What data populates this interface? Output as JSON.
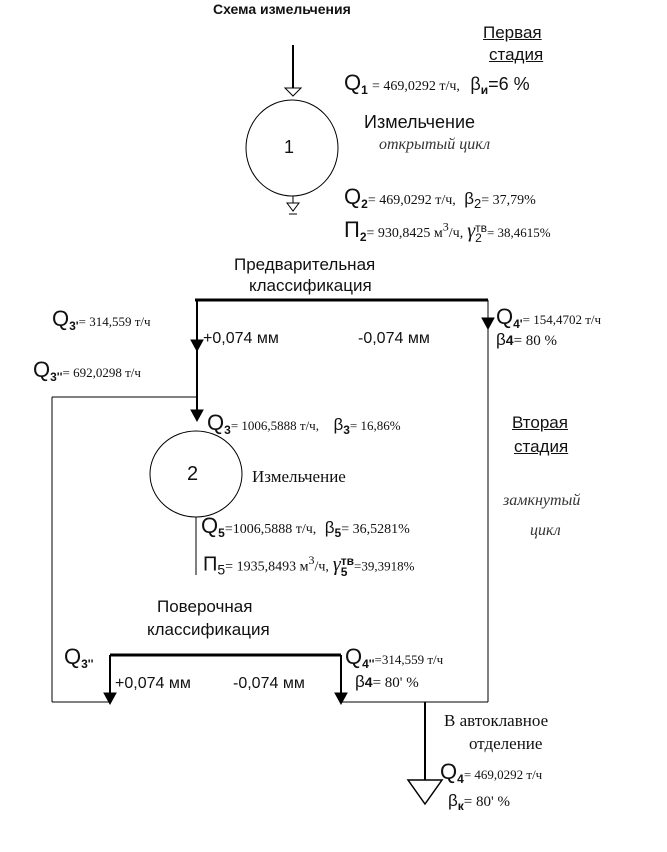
{
  "title": "Схема измельчения",
  "stage1": {
    "line1": "Первая",
    "line2": "стадия"
  },
  "stage2": {
    "line1": "Вторая",
    "line2": "стадия",
    "cycle1": "замкнутый",
    "cycle2": "цикл"
  },
  "q1": {
    "q": "Q",
    "sub": "1",
    "value": "= 469,0292  т/ч,",
    "beta": "β",
    "beta_sub": "и",
    "beta_val": "=6 %"
  },
  "mill1": {
    "number": "1",
    "name": "Измельчение",
    "mode": "открытый цикл"
  },
  "q2": {
    "q": "Q",
    "sub": "2",
    "value": "=  469,0292  т/ч,",
    "beta": "β",
    "beta_sub": "2",
    "beta_val": "=  37,79%"
  },
  "p2": {
    "p": "П",
    "sub": "2",
    "value": "= 930,8425 м",
    "unit_sup": "3",
    "unit": "/ч,",
    "gamma": "γ",
    "gamma_sup": "тв",
    "gamma_sub": "2",
    "gamma_val": "= 38,4615%"
  },
  "preclass": {
    "line1": "Предварительная",
    "line2": "классификация"
  },
  "q3p": {
    "q": "Q",
    "sub": "3'",
    "value": "= 314,559  т/ч"
  },
  "q3pp": {
    "q": "Q",
    "sub": "3''",
    "value": "= 692,0298 т/ч"
  },
  "q4p": {
    "q": "Q",
    "sub": "4'",
    "value": "= 154,4702 т/ч"
  },
  "beta4": {
    "beta": "β",
    "sub": "4",
    "value": "=  80 %"
  },
  "plus1": "+0,074 мм",
  "minus1": "-0,074 мм",
  "q3": {
    "q": "Q",
    "sub": "3",
    "value": "= 1006,5888 т/ч,",
    "beta": "β",
    "beta_sub": "3",
    "beta_val": "=  16,86%"
  },
  "mill2": {
    "number": "2",
    "name": "Измельчение"
  },
  "q5": {
    "q": "Q",
    "sub": "5",
    "value": "=1006,5888  т/ч,",
    "beta": "β",
    "beta_sub": "5",
    "beta_val": "= 36,5281%"
  },
  "p5": {
    "p": "П",
    "sub": "5",
    "value": "= 1935,8493  м",
    "unit_sup": "3",
    "unit": "/ч,",
    "gamma": "γ",
    "gamma_sup": "тв",
    "gamma_sub": "5",
    "gamma_val": "=39,3918%"
  },
  "checkclass": {
    "line1": "Поверочная",
    "line2": "классификация"
  },
  "q3b": {
    "q": "Q",
    "sub": "3''"
  },
  "plus2": "+0,074 мм",
  "minus2": "-0,074 мм",
  "q4pp": {
    "q": "Q",
    "sub": "4''",
    "value": "=314,559 т/ч"
  },
  "beta4b": {
    "beta": "β",
    "sub": "4",
    "value": "= 80' %"
  },
  "autoclave": {
    "line1": "В автоклавное",
    "line2": "отделение"
  },
  "q4": {
    "q": "Q",
    "sub": "4",
    "value": "=  469,0292 т/ч"
  },
  "betak": {
    "beta": "β",
    "sub": "к",
    "value": "=  80' %"
  },
  "colors": {
    "ink": "#111111",
    "line": "#000000",
    "italic": "#333333"
  }
}
